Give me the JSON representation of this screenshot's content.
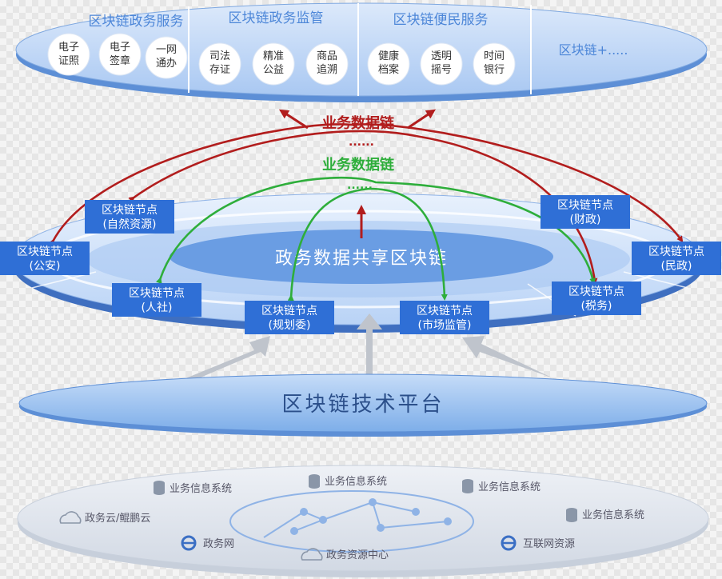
{
  "colors": {
    "node": "#2f6fd6",
    "red_arrow": "#b21d1d",
    "green_arrow": "#2eae3b",
    "platform": "#8fb8ee"
  },
  "top_layer": {
    "groups": [
      {
        "title": "区块链政务服务",
        "items": [
          [
            "电子",
            "证照"
          ],
          [
            "电子",
            "签章"
          ],
          [
            "一网",
            "通办"
          ]
        ]
      },
      {
        "title": "区块链政务监管",
        "items": [
          [
            "司法",
            "存证"
          ],
          [
            "精准",
            "公益"
          ],
          [
            "商品",
            "追溯"
          ]
        ]
      },
      {
        "title": "区块链便民服务",
        "items": [
          [
            "健康",
            "档案"
          ],
          [
            "透明",
            "摇号"
          ],
          [
            "时间",
            "银行"
          ]
        ]
      }
    ],
    "extra": "区块链+....."
  },
  "red_chain": {
    "label": "业务数据链",
    "dots": "......"
  },
  "green_chain": {
    "label": "业务数据链",
    "dots": "......"
  },
  "middle": {
    "center_label": "政务数据共享区块链",
    "nodes": [
      {
        "title": "区块链节点",
        "sub": "(自然资源)"
      },
      {
        "title": "区块链节点",
        "sub": "(财政)"
      },
      {
        "title": "区块链节点",
        "sub": "(公安)"
      },
      {
        "title": "区块链节点",
        "sub": "(民政)"
      },
      {
        "title": "区块链节点",
        "sub": "(人社)"
      },
      {
        "title": "区块链节点",
        "sub": "(税务)"
      },
      {
        "title": "区块链节点",
        "sub": "(规划委)"
      },
      {
        "title": "区块链节点",
        "sub": "(市场监管)"
      }
    ]
  },
  "platform": {
    "label": "区块链技术平台"
  },
  "bottom": {
    "items": [
      {
        "icon": "database-icon",
        "label": "业务信息系统"
      },
      {
        "icon": "database-icon",
        "label": "业务信息系统"
      },
      {
        "icon": "database-icon",
        "label": "业务信息系统"
      },
      {
        "icon": "database-icon",
        "label": "业务信息系统"
      },
      {
        "icon": "cloud-icon",
        "label": "政务云/鲲鹏云"
      },
      {
        "icon": "ie-icon",
        "label": "政务网"
      },
      {
        "icon": "cloud-icon",
        "label": "政务资源中心"
      },
      {
        "icon": "ie-icon",
        "label": "互联网资源"
      }
    ]
  }
}
